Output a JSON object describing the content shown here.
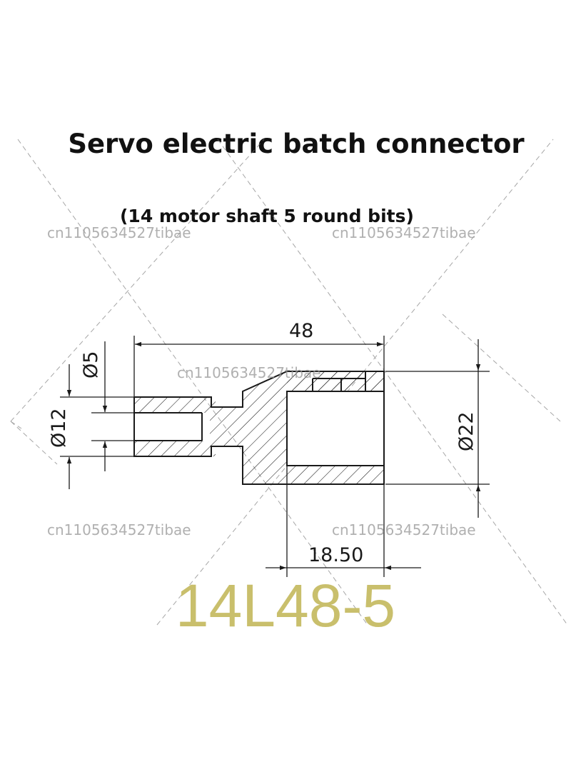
{
  "title": "Servo electric batch connector",
  "subtitle": "(14 motor shaft 5 round bits)",
  "dimensions": {
    "length": "48",
    "bore_diameter": "Ø5",
    "shaft_diameter": "Ø12",
    "body_diameter": "Ø22",
    "socket_depth": "18.50"
  },
  "model": "14L48-5",
  "watermark": "cn1105634527tibae",
  "colors": {
    "model_text": "#c9bf6c",
    "line": "#1a1a1a"
  }
}
